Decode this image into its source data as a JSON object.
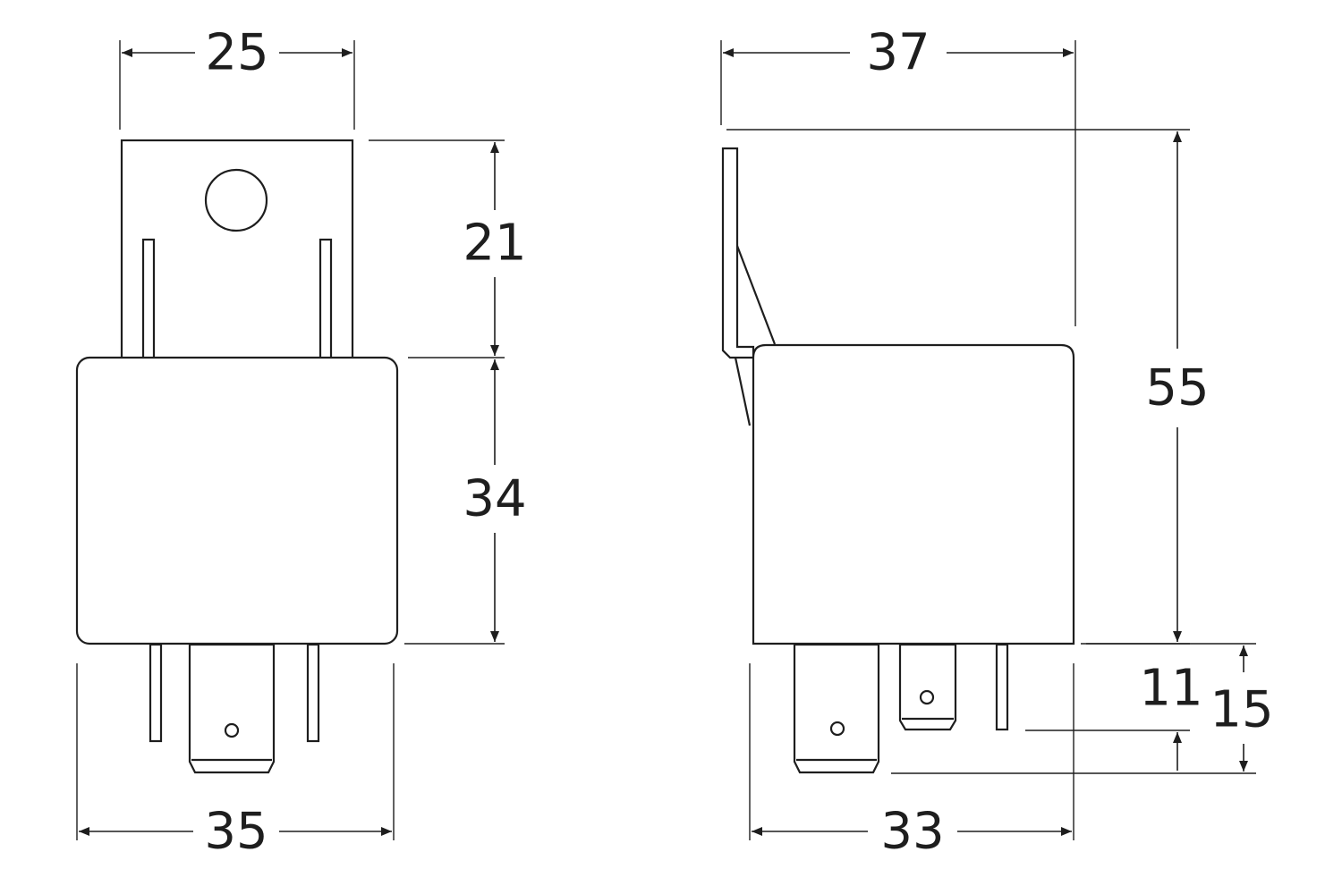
{
  "dimensions": {
    "front_top_width": "25",
    "front_bracket_height": "21",
    "front_body_height": "34",
    "front_bottom_width": "35",
    "side_top_width": "37",
    "side_total_height": "55",
    "side_short_pin": "11",
    "side_long_pin": "15",
    "side_bottom_width": "33"
  }
}
